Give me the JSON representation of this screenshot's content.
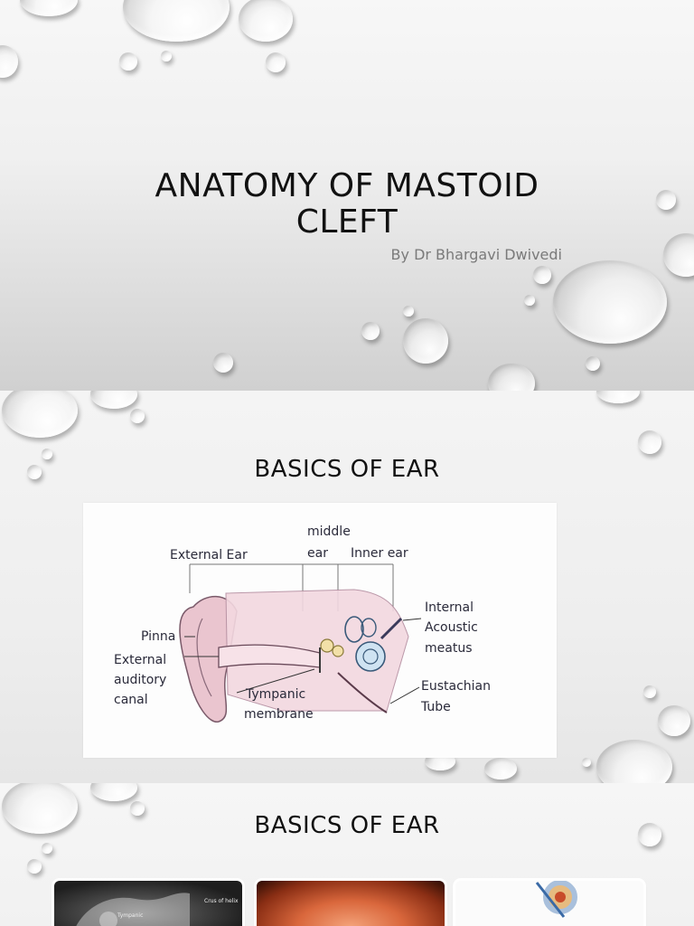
{
  "slides": [
    {
      "title_line1": "ANATOMY OF MASTOID",
      "title_line2": "CLEFT",
      "subtitle": "By Dr Bhargavi Dwivedi"
    },
    {
      "heading": "BASICS OF EAR",
      "diagram_labels": {
        "external_ear": "External Ear",
        "middle_1": "middle",
        "middle_2": "ear",
        "inner_ear": "Inner ear",
        "internal_1": "Internal",
        "internal_2": "Acoustic",
        "internal_3": "meatus",
        "pinna": "Pinna",
        "eac_1": "External",
        "eac_2": "auditory",
        "eac_3": "canal",
        "tympanic_1": "Tympanic",
        "tympanic_2": "membrane",
        "eustachian_1": "Eustachian",
        "eustachian_2": "Tube"
      }
    },
    {
      "heading": "BASICS OF EAR",
      "thumb_labels": {
        "ct_label_1": "Crus of helix",
        "ct_label_2": "Tympanic"
      }
    }
  ]
}
